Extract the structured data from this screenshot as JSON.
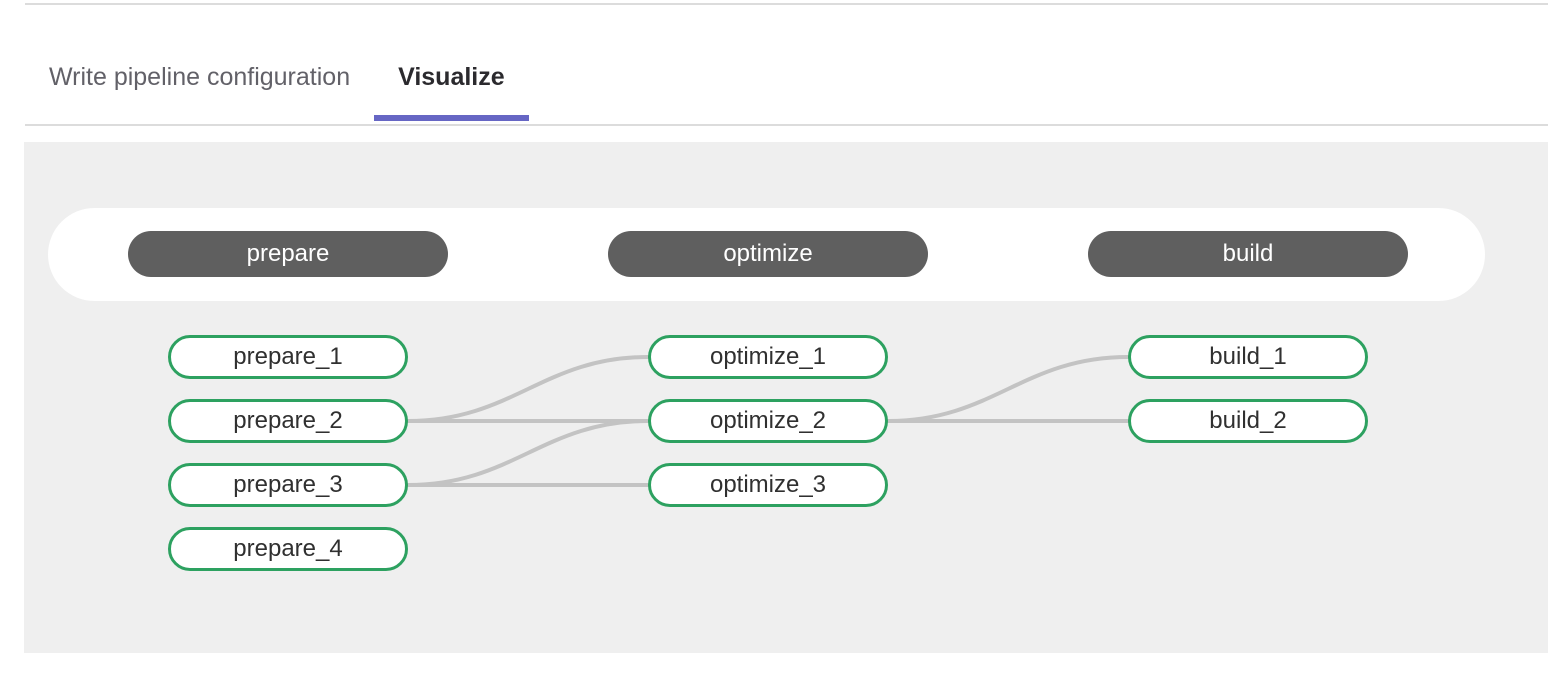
{
  "tabs": [
    {
      "label": "Write pipeline configuration",
      "active": false
    },
    {
      "label": "Visualize",
      "active": true
    }
  ],
  "colors": {
    "accent_underline": "#6666c4",
    "stage_pill_bg": "#5f5f5f",
    "stage_pill_text": "#ffffff",
    "job_border": "#2da160",
    "job_text": "#303030",
    "connector": "#c3c3c3",
    "panel_bg": "#efefef",
    "header_bg": "#ffffff"
  },
  "pipeline": {
    "stages": [
      {
        "name": "prepare",
        "jobs": [
          "prepare_1",
          "prepare_2",
          "prepare_3",
          "prepare_4"
        ]
      },
      {
        "name": "optimize",
        "jobs": [
          "optimize_1",
          "optimize_2",
          "optimize_3"
        ]
      },
      {
        "name": "build",
        "jobs": [
          "build_1",
          "build_2"
        ]
      }
    ],
    "links": [
      {
        "from": "prepare_2",
        "to": "optimize_1"
      },
      {
        "from": "prepare_2",
        "to": "optimize_2"
      },
      {
        "from": "prepare_3",
        "to": "optimize_2"
      },
      {
        "from": "prepare_3",
        "to": "optimize_3"
      },
      {
        "from": "optimize_2",
        "to": "build_1"
      },
      {
        "from": "optimize_2",
        "to": "build_2"
      }
    ]
  }
}
